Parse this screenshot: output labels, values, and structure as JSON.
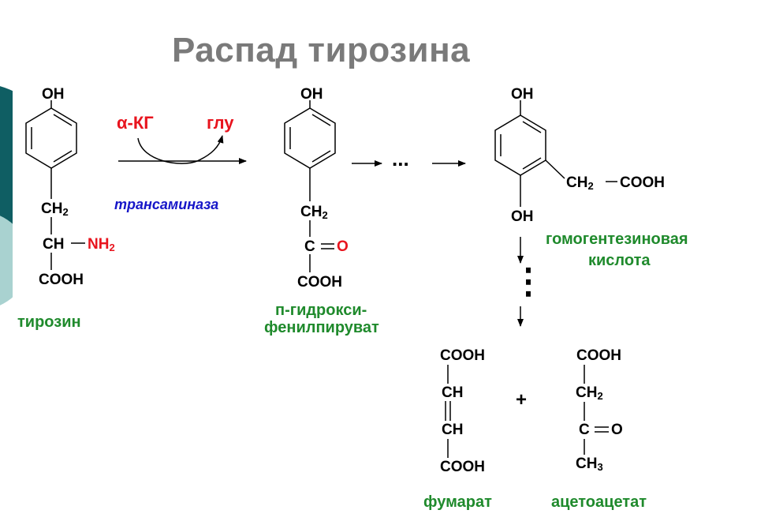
{
  "title": "Распад тирозина",
  "colors": {
    "accent_teal": "#0f5e63",
    "accent_light": "#a9d2d0",
    "title_gray": "#7a7a7a",
    "name_green": "#1f8a2c",
    "highlight_red": "#e8141e",
    "enzyme_blue": "#1616c8"
  },
  "tyrosine": {
    "oh": "OH",
    "ch2": "CH",
    "ch2_sub": "2",
    "ch": "CH",
    "nh2": "NH",
    "nh2_sub": "2",
    "cooh": "COOH",
    "name": "тирозин"
  },
  "reaction1": {
    "cosubstrate_in": "α-КГ",
    "cosubstrate_out": "глу",
    "enzyme": "трансаминаза"
  },
  "hppa": {
    "oh": "OH",
    "ch2": "CH",
    "ch2_sub": "2",
    "c": "C",
    "o": "O",
    "cooh": "COOH",
    "name_line1": "п-гидрокси-",
    "name_line2": "фенилпируват"
  },
  "ellipsis": "...",
  "homogentisate": {
    "oh_top": "OH",
    "oh_bottom": "OH",
    "ch2": "CH",
    "ch2_sub": "2",
    "cooh": "COOH",
    "name_line1": "гомогентезиновая",
    "name_line2": "кислота"
  },
  "vertical_dots": "⋮",
  "fumarate": {
    "cooh_top": "COOH",
    "ch1": "CH",
    "ch2": "CH",
    "cooh_bottom": "COOH",
    "name": "фумарат"
  },
  "plus": "+",
  "acetoacetate": {
    "cooh": "COOH",
    "ch2": "CH",
    "ch2_sub": "2",
    "c": "C",
    "o": "O",
    "ch3": "CH",
    "ch3_sub": "3",
    "name": "ацетоацетат"
  }
}
